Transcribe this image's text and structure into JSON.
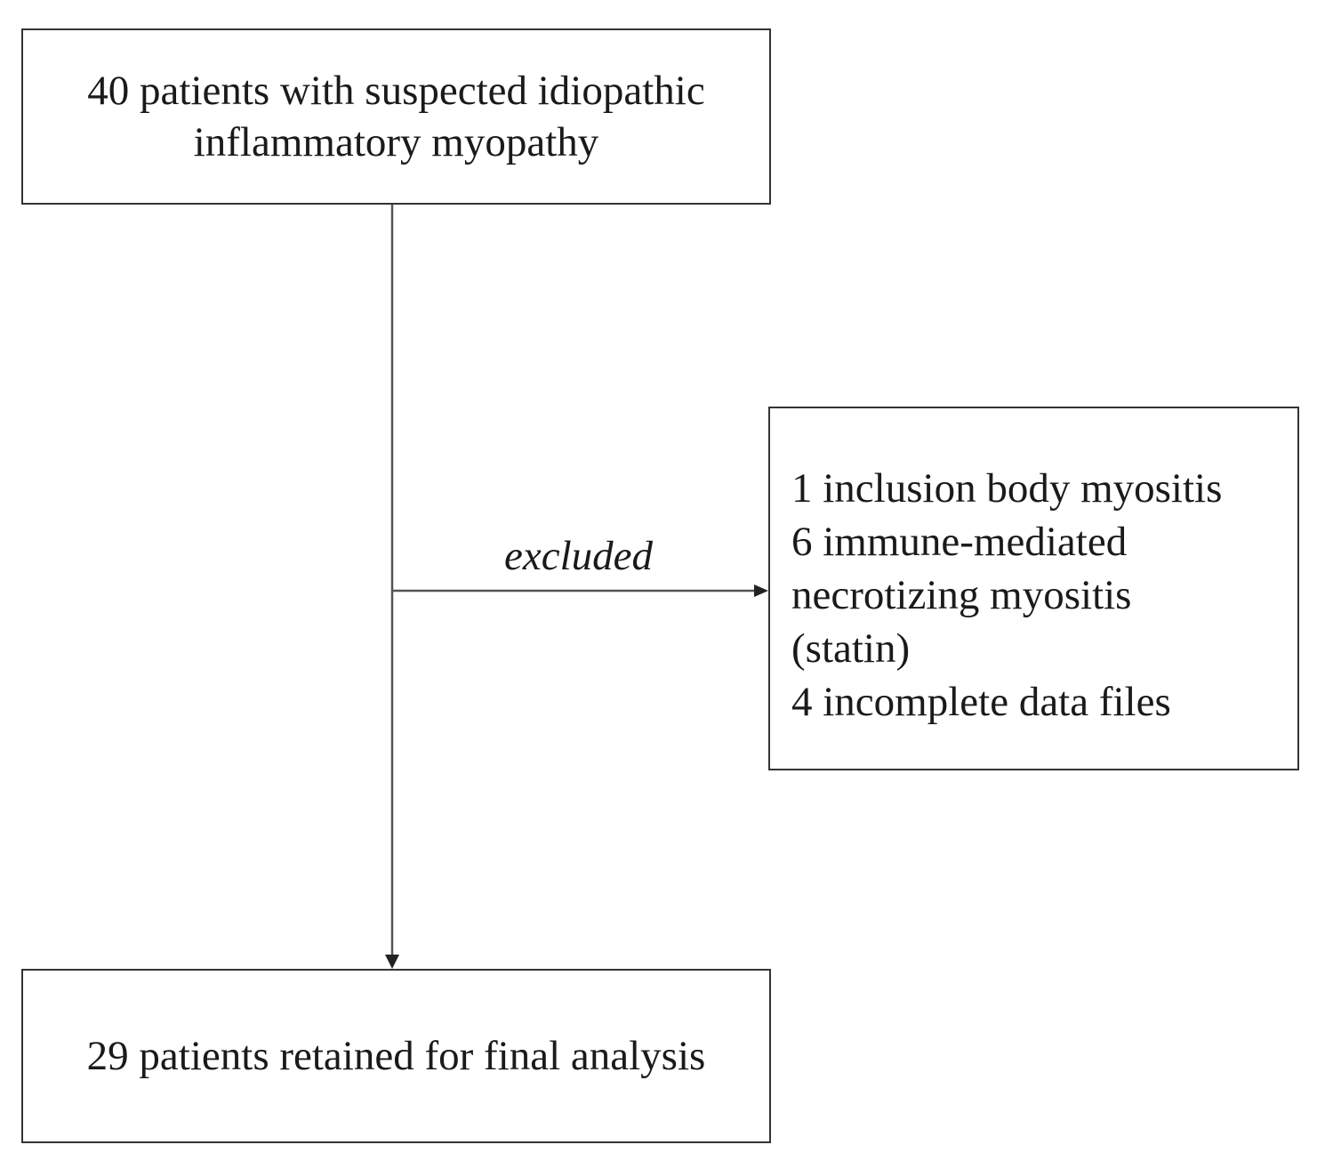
{
  "boxes": {
    "top": {
      "lines": [
        "40 patients with suspected idiopathic",
        "inflammatory myopathy"
      ]
    },
    "excluded": {
      "lines": [
        "1 inclusion body myositis",
        "6 immune-mediated",
        "necrotizing myositis",
        "(statin)",
        "4 incomplete data files"
      ]
    },
    "bottom": {
      "lines": [
        "29 patients retained for final analysis"
      ]
    }
  },
  "edge_label": "excluded",
  "colors": {
    "stroke": "#333333",
    "line": "#555555",
    "text": "#1a1a1a"
  }
}
